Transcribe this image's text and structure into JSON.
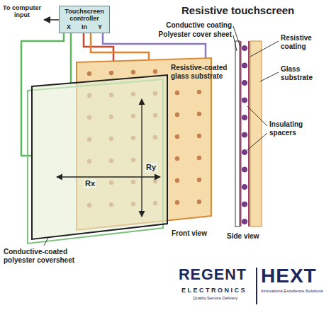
{
  "diagram": {
    "title": "Resistive touchscreen",
    "nodes": [
      {
        "text": [
          "Touchscreen controller",
          "X",
          "In",
          "Y"
        ]
      }
    ],
    "labels": [
      "To computer input",
      "Conductive coating",
      "Polyester cover sheet",
      "Resistive coating",
      "Glass substrate",
      "Resistive-coated glass substrate",
      "Insulating spacers",
      "Rx",
      "Ry",
      "Conductive-coated polyester coversheet",
      "Front view",
      "Side view",
      "REGENT",
      "ELECTRONICS",
      "Quality.Service.Delivery",
      "HEXT",
      "Innovations.Excellence.Solutions"
    ]
  }
}
